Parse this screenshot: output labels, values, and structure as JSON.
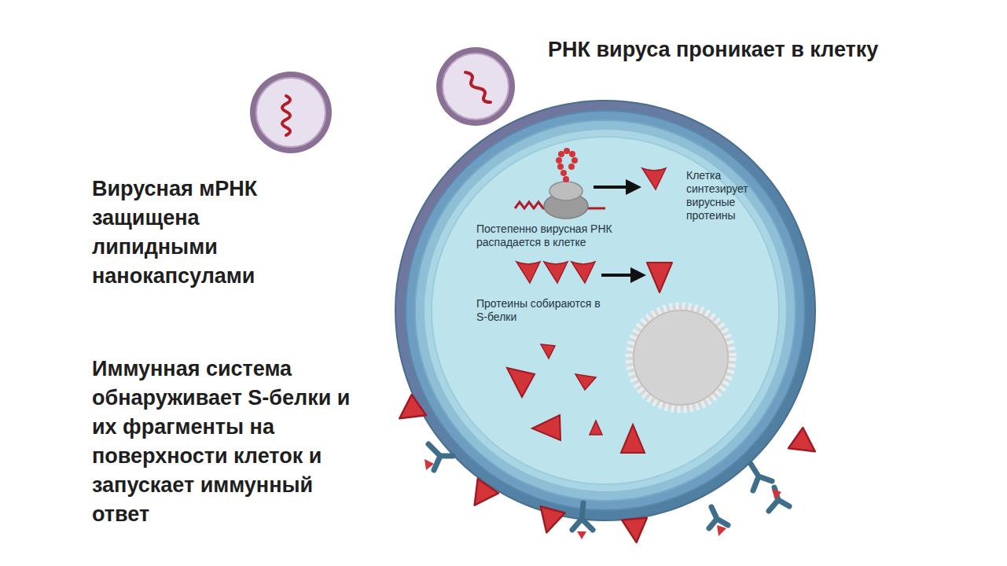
{
  "diagram": {
    "nodes": [
      {
        "text": [
          "Клетка синтезирует вирусные протеины",
          "Постепенно вирусная РНК распадается в клетке",
          "Протеины собираются в S-белки"
        ]
      }
    ],
    "labels": [
      "РНК вируса проникает в клетку",
      "Вирусная мРНК защищена липидными нанокапсулами",
      "Иммунная система обнаруживает S-белки и их фрагменты на поверхности клеток и запускает иммунный ответ"
    ]
  }
}
